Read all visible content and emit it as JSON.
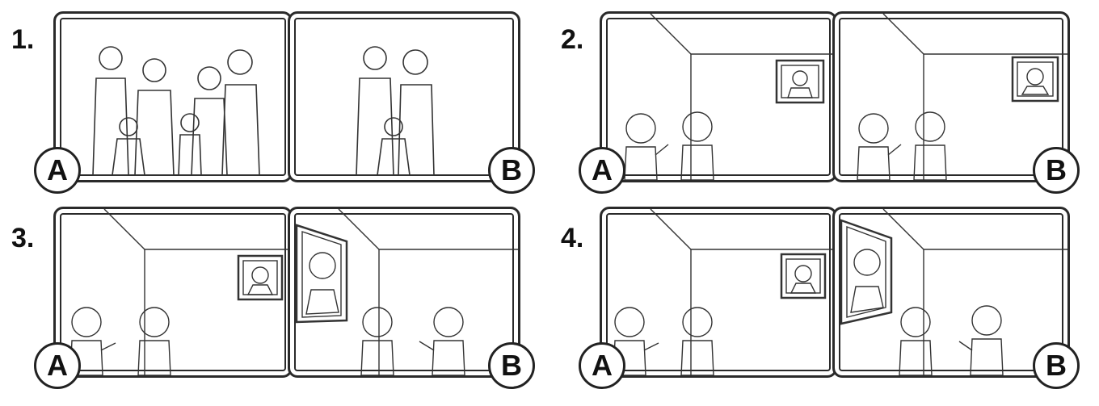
{
  "groups": [
    {
      "number": "1.",
      "left_badge": "A",
      "right_badge": "B",
      "panel_a": "family of six: father, grandfather, grandmother, mother, girl, boy",
      "panel_b": "family of three: father, mother, girl"
    },
    {
      "number": "2.",
      "left_badge": "A",
      "right_badge": "B",
      "panel_a": "two boys, one pointing at a portrait of a man",
      "panel_b": "two boys, one pointing at a portrait of an old man"
    },
    {
      "number": "3.",
      "left_badge": "A",
      "right_badge": "B",
      "panel_a": "two boys, one pointing at a small portrait of a woman",
      "panel_b": "two boys beside a large portrait of a woman"
    },
    {
      "number": "4.",
      "left_badge": "A",
      "right_badge": "B",
      "panel_a": "two boys, one pointing at a small portrait of a girl",
      "panel_b": "two boys beside a large portrait of a girl"
    }
  ]
}
